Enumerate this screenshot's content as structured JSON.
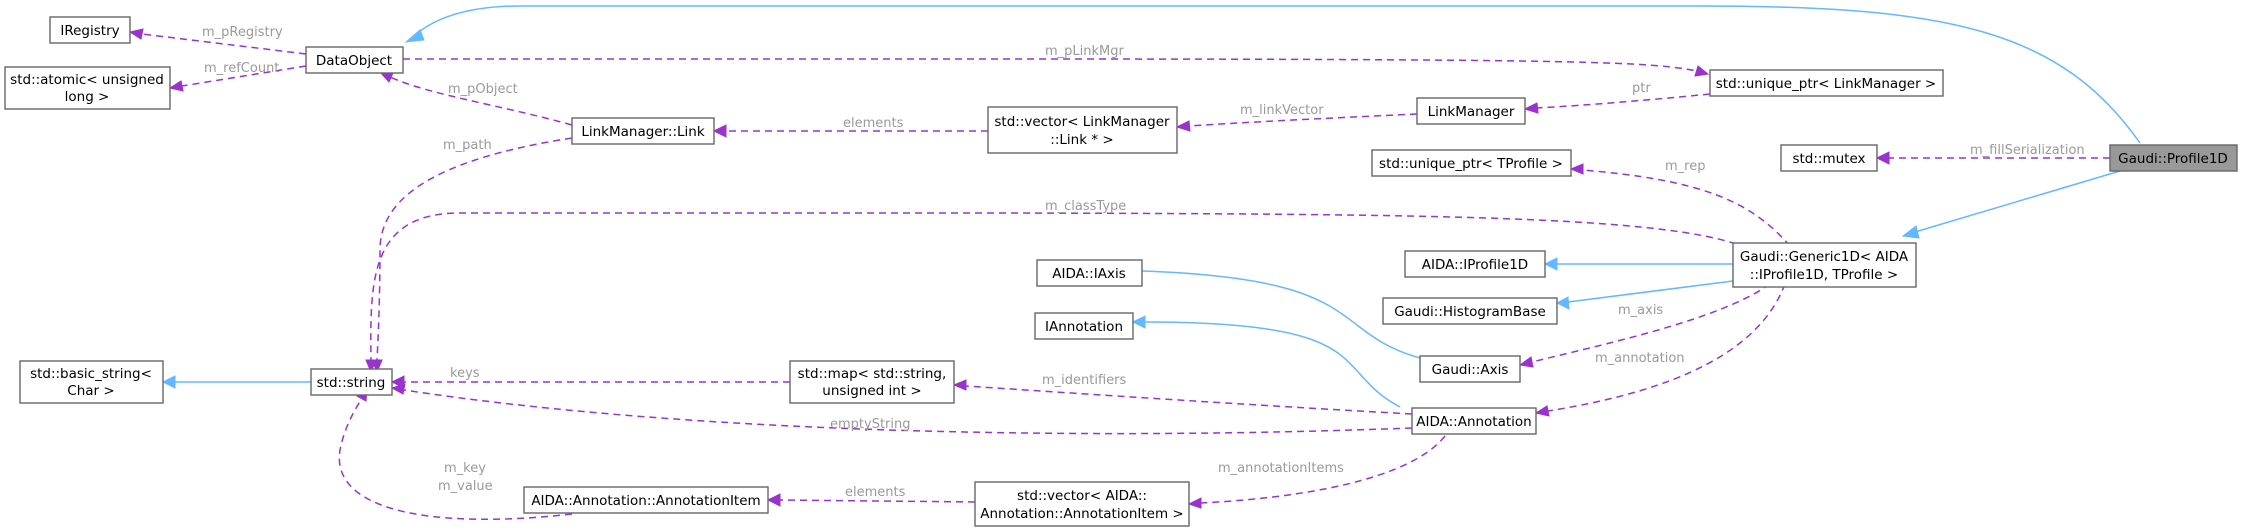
{
  "nodes": {
    "iregistry": "IRegistry",
    "dataobject": "DataObject",
    "atomic_l1": "std::atomic< unsigned",
    "atomic_l2": "long >",
    "linkmgr_link": "LinkManager::Link",
    "vector_link_l1": "std::vector< LinkManager",
    "vector_link_l2": "::Link * >",
    "linkmanager": "LinkManager",
    "uptr_linkmgr": "std::unique_ptr< LinkManager >",
    "std_mutex": "std::mutex",
    "profile1d": "Gaudi::Profile1D",
    "uptr_tprofile": "std::unique_ptr< TProfile >",
    "generic1d_l1": "Gaudi::Generic1D< AIDA",
    "generic1d_l2": "::IProfile1D, TProfile >",
    "iprofile1d": "AIDA::IProfile1D",
    "aida_iaxis": "AIDA::IAxis",
    "histogrambase": "Gaudi::HistogramBase",
    "iannotation": "IAnnotation",
    "gaudi_axis": "Gaudi::Axis",
    "basic_string_l1": "std::basic_string<",
    "basic_string_l2": "Char >",
    "std_string": "std::string",
    "map_l1": "std::map< std::string,",
    "map_l2": "unsigned int >",
    "aida_annotation": "AIDA::Annotation",
    "annotation_item": "AIDA::Annotation::AnnotationItem",
    "vector_item_l1": "std::vector< AIDA::",
    "vector_item_l2": "Annotation::AnnotationItem >"
  },
  "edge_labels": {
    "m_pRegistry": "m_pRegistry",
    "m_refCount": "m_refCount",
    "m_pLinkMgr": "m_pLinkMgr",
    "m_pObject": "m_pObject",
    "elements_link": "elements",
    "m_linkVector": "m_linkVector",
    "ptr": "ptr",
    "m_path": "m_path",
    "m_fillSerialization": "m_fillSerialization",
    "m_rep": "m_rep",
    "m_classType": "m_classType",
    "m_axis": "m_axis",
    "keys": "keys",
    "m_identifiers": "m_identifiers",
    "m_annotation": "m_annotation",
    "emptyString": "emptyString",
    "m_key": "m_key",
    "m_value": "m_value",
    "m_annotationItems": "m_annotationItems",
    "elements_item": "elements"
  },
  "colors": {
    "inheritance_edge": "#63b8ff",
    "member_edge": "#9a32cd",
    "edge_label": "#9a9a9a",
    "focus_node_fill": "#999999",
    "node_border": "#666666"
  }
}
